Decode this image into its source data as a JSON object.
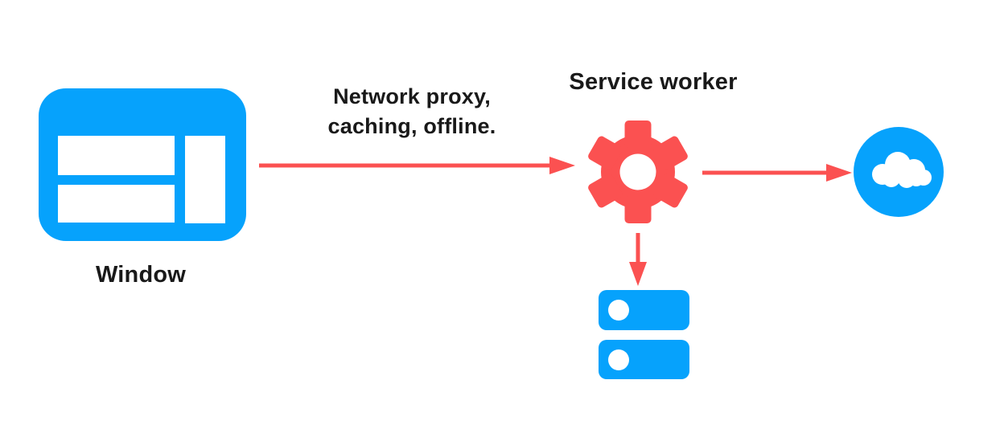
{
  "colors": {
    "blue": "#06A2FC",
    "red": "#FB5151",
    "white": "#FFFFFF",
    "text": "#191919"
  },
  "nodes": {
    "window": {
      "label": "Window",
      "icon": "browser-window-icon"
    },
    "service_worker": {
      "label": "Service worker",
      "icon": "gear-icon"
    },
    "network": {
      "icon": "cloud-icon"
    },
    "storage": {
      "icon": "database-icon"
    }
  },
  "edges": {
    "window_to_service_worker": {
      "label_line1": "Network proxy,",
      "label_line2": "caching, offline."
    }
  }
}
